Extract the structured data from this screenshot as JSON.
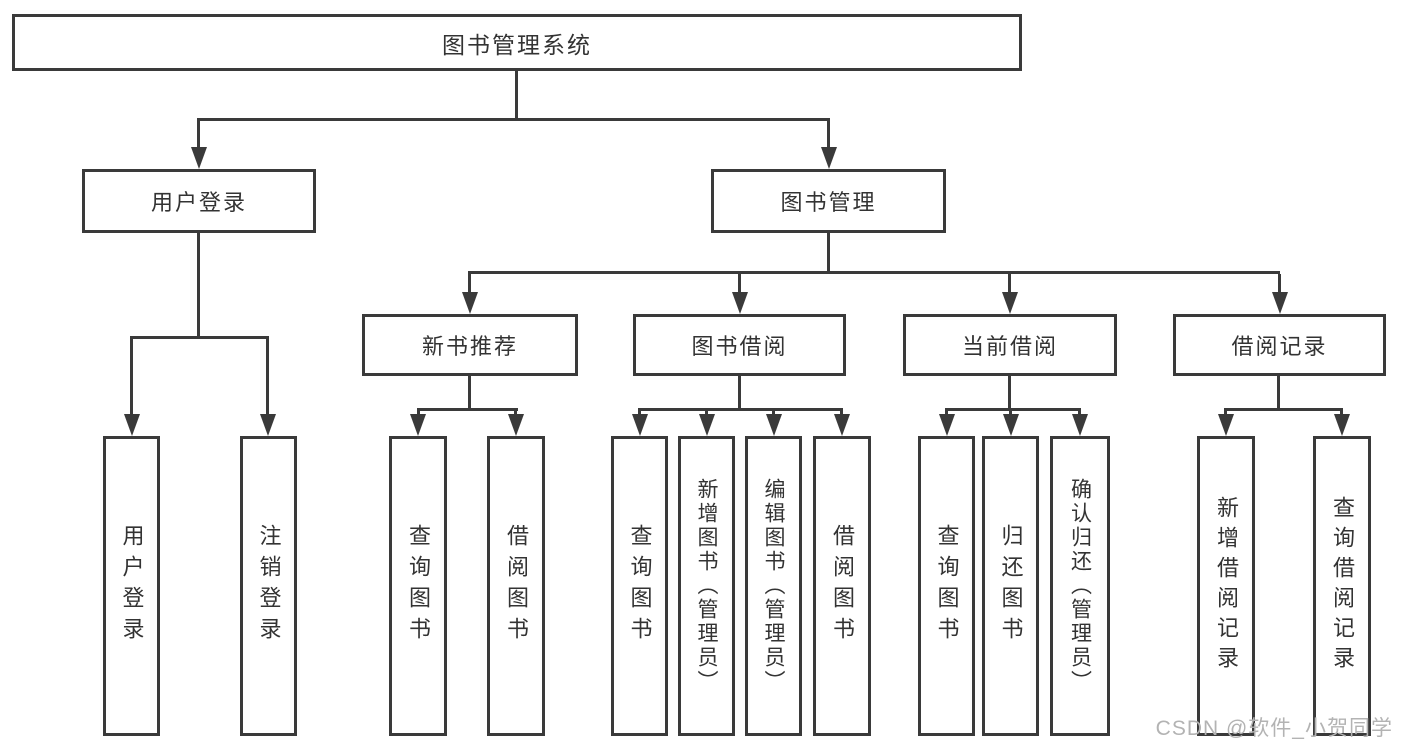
{
  "diagram": {
    "type": "hierarchy-tree",
    "nodes": {
      "root": "图书管理系统",
      "user_login": "用户登录",
      "book_mgmt": "图书管理",
      "new_book_rec": "新书推荐",
      "book_borrow": "图书借阅",
      "current_borrow": "当前借阅",
      "borrow_records": "借阅记录",
      "login_leaf_1": "用户登录",
      "login_leaf_2": "注销登录",
      "rec_leaf_1": "查询图书",
      "rec_leaf_2": "借阅图书",
      "bb_leaf_1": "查询图书",
      "bb_leaf_2": "新增图书（管理员）",
      "bb_leaf_3": "编辑图书（管理员）",
      "bb_leaf_4": "借阅图书",
      "cb_leaf_1": "查询图书",
      "cb_leaf_2": "归还图书",
      "cb_leaf_3": "确认归还（管理员）",
      "br_leaf_1": "新增借阅记录",
      "br_leaf_2": "查询借阅记录"
    },
    "edges": [
      [
        "图书管理系统",
        "用户登录"
      ],
      [
        "图书管理系统",
        "图书管理"
      ],
      [
        "用户登录",
        "用户登录"
      ],
      [
        "用户登录",
        "注销登录"
      ],
      [
        "图书管理",
        "新书推荐"
      ],
      [
        "图书管理",
        "图书借阅"
      ],
      [
        "图书管理",
        "当前借阅"
      ],
      [
        "图书管理",
        "借阅记录"
      ],
      [
        "新书推荐",
        "查询图书"
      ],
      [
        "新书推荐",
        "借阅图书"
      ],
      [
        "图书借阅",
        "查询图书"
      ],
      [
        "图书借阅",
        "新增图书（管理员）"
      ],
      [
        "图书借阅",
        "编辑图书（管理员）"
      ],
      [
        "图书借阅",
        "借阅图书"
      ],
      [
        "当前借阅",
        "查询图书"
      ],
      [
        "当前借阅",
        "归还图书"
      ],
      [
        "当前借阅",
        "确认归还（管理员）"
      ],
      [
        "借阅记录",
        "新增借阅记录"
      ],
      [
        "借阅记录",
        "查询借阅记录"
      ]
    ]
  },
  "watermark": "CSDN @软件_小贺同学",
  "colors": {
    "line": "#3a3a3a",
    "text": "#333333",
    "background": "#ffffff",
    "watermark": "#b3b3b3"
  }
}
